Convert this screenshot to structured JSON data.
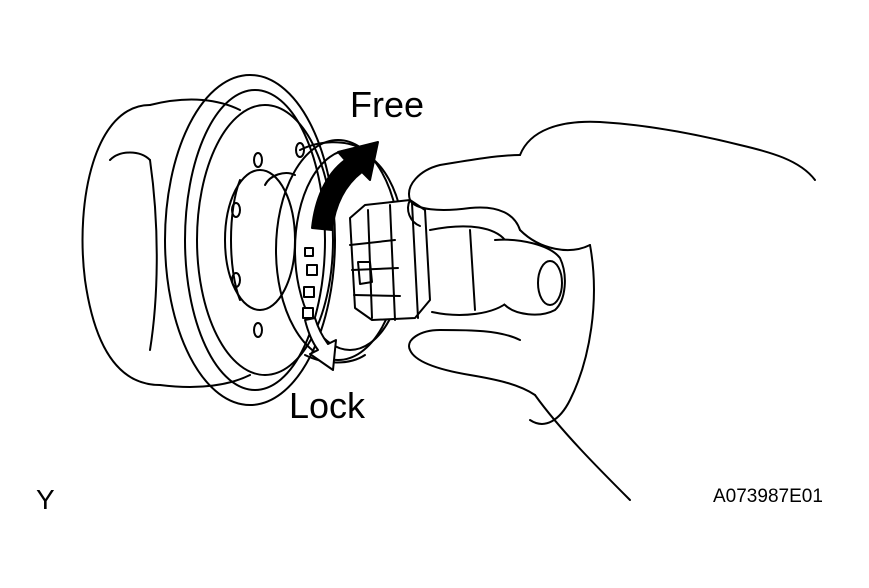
{
  "labels": {
    "free": "Free",
    "lock": "Lock",
    "corner": "Y",
    "figure_id": "A073987E01"
  },
  "arrows": {
    "free_direction": "counter-clockwise / up",
    "lock_direction": "clockwise / down"
  },
  "colors": {
    "ink": "#000000",
    "paper": "#ffffff",
    "free_arrow_fill": "#000000",
    "lock_arrow_fill": "#ffffff"
  }
}
